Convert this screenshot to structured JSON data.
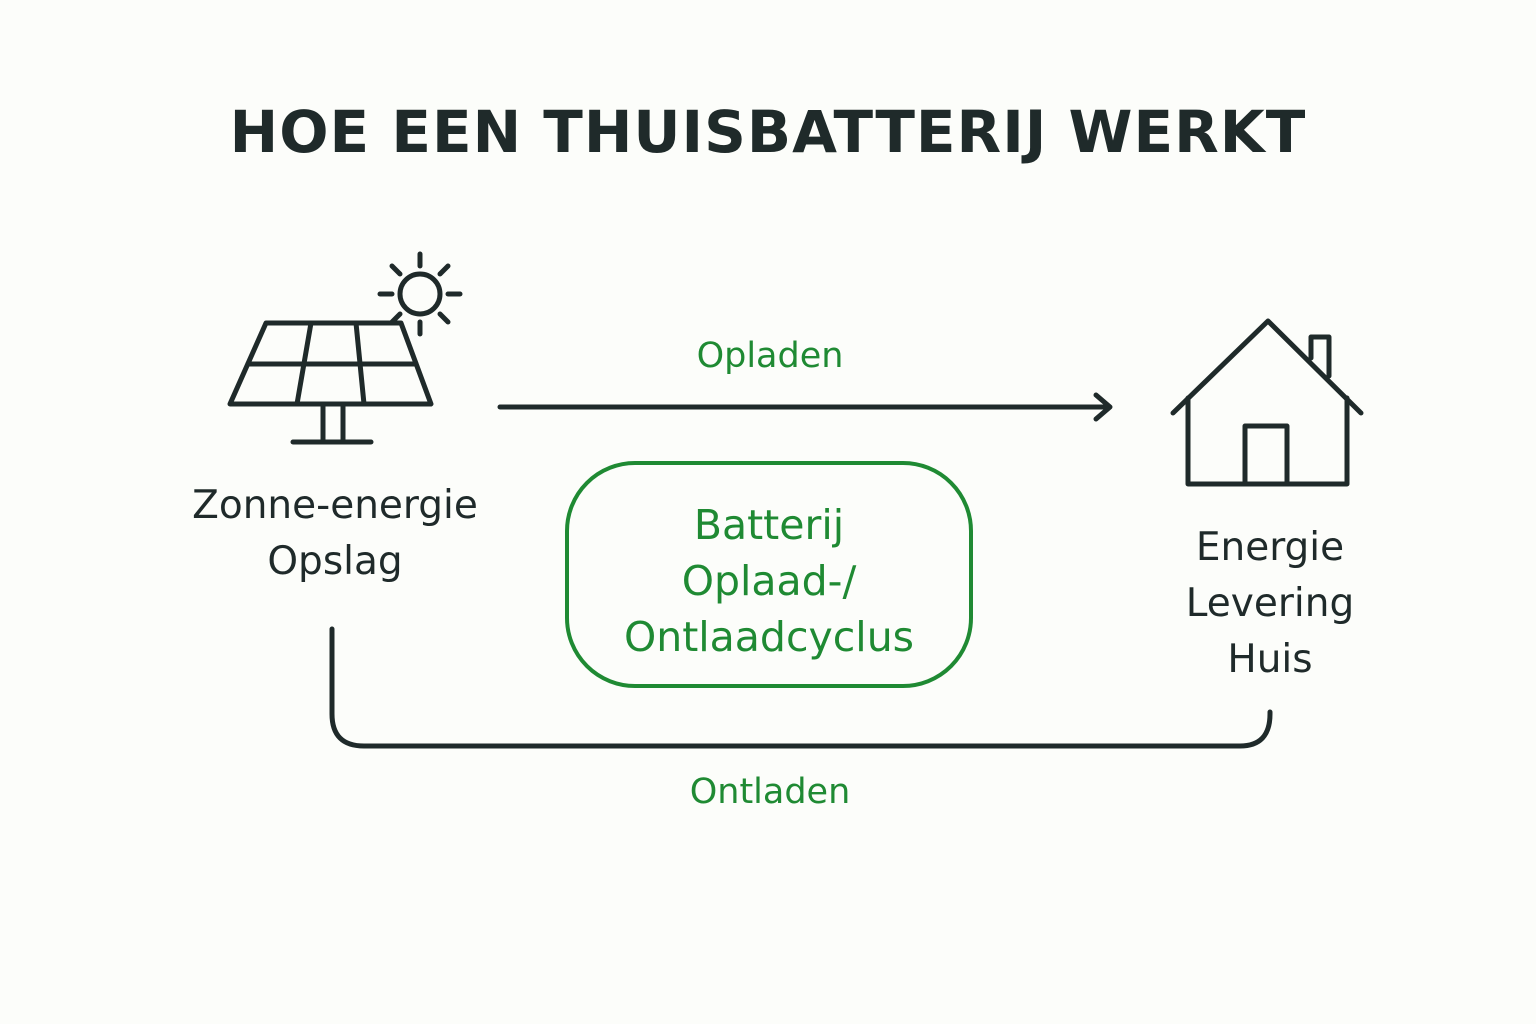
{
  "title": "HOE EEN THUISBATTERIJ WERKT",
  "nodes": {
    "solar": {
      "icon": "solar-panel-icon",
      "line1": "Zonne-energie",
      "line2": "Opslag"
    },
    "battery": {
      "line1": "Batterij",
      "line2": "Oplaad-/",
      "line3": "Ontlaadcyclus"
    },
    "house": {
      "icon": "house-icon",
      "line1": "Energie",
      "line2": "Levering",
      "line3": "Huis"
    }
  },
  "flows": {
    "charge": "Opladen",
    "discharge": "Ontladen"
  },
  "colors": {
    "text": "#1f2a2a",
    "accent": "#1f8a33",
    "background": "#fcfdfa"
  }
}
